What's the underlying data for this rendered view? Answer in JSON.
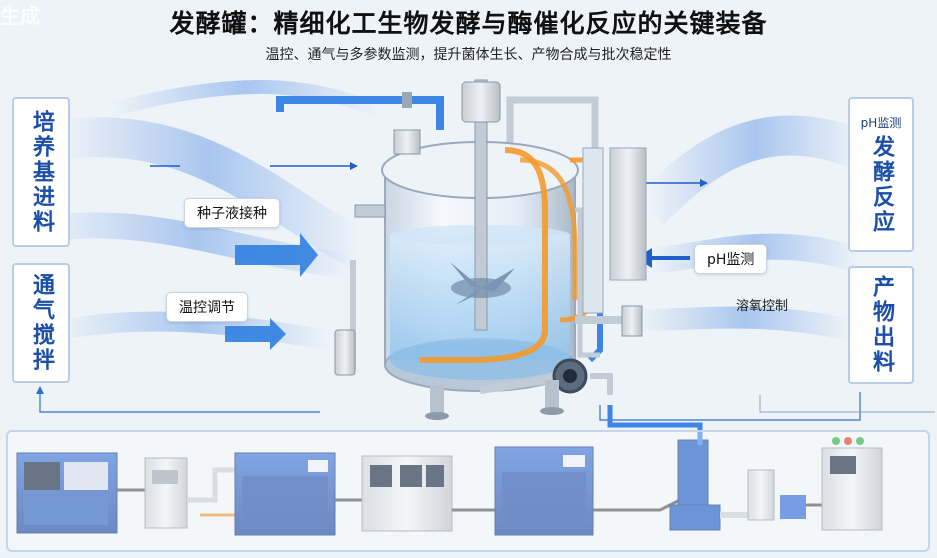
{
  "watermark": "生成",
  "header": {
    "title": "发酵罐：精细化工生物发酵与酶催化反应的关键装备",
    "subtitle": "温控、通气与多参数监测，提升菌体生长、产物合成与批次稳定性"
  },
  "left_panel": {
    "top_label": "培养基进料",
    "bottom_label": "通气搅拌"
  },
  "right_panel": {
    "small_label": "pH监测",
    "top_label": "发酵反应",
    "bottom_label": "产物出料"
  },
  "callouts": {
    "seed": "种子液接种",
    "temp": "温控调节",
    "ph": "pH监测",
    "do": "溶氧控制"
  },
  "colors": {
    "accent_blue": "#1c4fa8",
    "pipe_blue": "#2f7fe0",
    "heating_orange": "#f39a2b",
    "border": "#b7cde6"
  }
}
